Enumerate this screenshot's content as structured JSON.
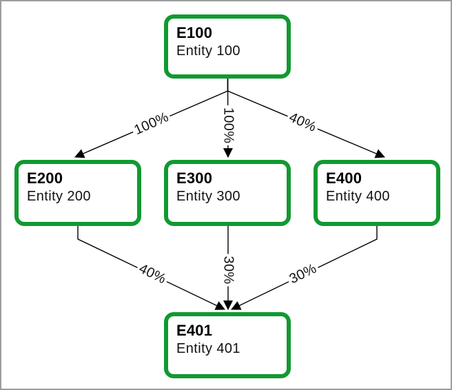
{
  "diagram": {
    "nodes": {
      "e100": {
        "title": "E100",
        "subtitle": "Entity 100"
      },
      "e200": {
        "title": "E200",
        "subtitle": "Entity 200"
      },
      "e300": {
        "title": "E300",
        "subtitle": "Entity 300"
      },
      "e400": {
        "title": "E400",
        "subtitle": "Entity 400"
      },
      "e401": {
        "title": "E401",
        "subtitle": "Entity 401"
      }
    },
    "edges": {
      "e100_e200": {
        "from": "E100",
        "to": "E200",
        "label": "100%"
      },
      "e100_e300": {
        "from": "E100",
        "to": "E300",
        "label": "100%"
      },
      "e100_e400": {
        "from": "E100",
        "to": "E400",
        "label": "40%"
      },
      "e200_e401": {
        "from": "E200",
        "to": "E401",
        "label": "40%"
      },
      "e300_e401": {
        "from": "E300",
        "to": "E401",
        "label": "30%"
      },
      "e400_e401": {
        "from": "E400",
        "to": "E401",
        "label": "30%"
      }
    },
    "colors": {
      "node_border": "#119931",
      "node_fill": "#ffffff",
      "edge_line": "#000000",
      "canvas_bg": "#ffffff",
      "frame_border": "#9c9c9c"
    }
  }
}
